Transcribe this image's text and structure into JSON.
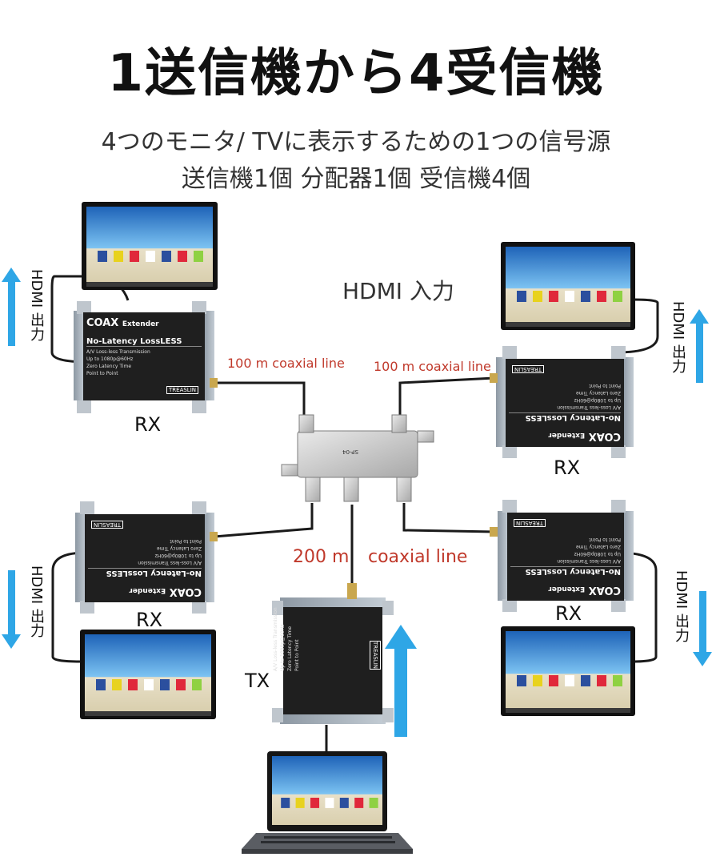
{
  "title": "1送信機から4受信機",
  "subtitle_line1": "4つのモニタ/ TVに表示するための1つの信号源",
  "subtitle_line2": "送信機1個  分配器1個  受信機4個",
  "hdmi_input": "HDMI 入力",
  "cable": {
    "left_top": "100 m coaxial line",
    "right_top": "100 m coaxial line",
    "bottom_a": "200 m",
    "bottom_b": "coaxial line"
  },
  "labels": {
    "rx": "RX",
    "tx": "TX",
    "hdmi_output": "HDMI 出力"
  },
  "device": {
    "brand": "COAX",
    "brand_suffix": "Extender",
    "headline": "No-Latency LossLESS",
    "maker": "TREASLIN",
    "splitter_model": "SP-04",
    "features": [
      "A/V Loss-less Transmission",
      "Up to 1080p@60Hz",
      "Zero Latency Time",
      "Point to Point"
    ]
  },
  "colors": {
    "arrow": "#2ea6e6",
    "cable_label": "#c0392b",
    "device_body": "#222222"
  }
}
